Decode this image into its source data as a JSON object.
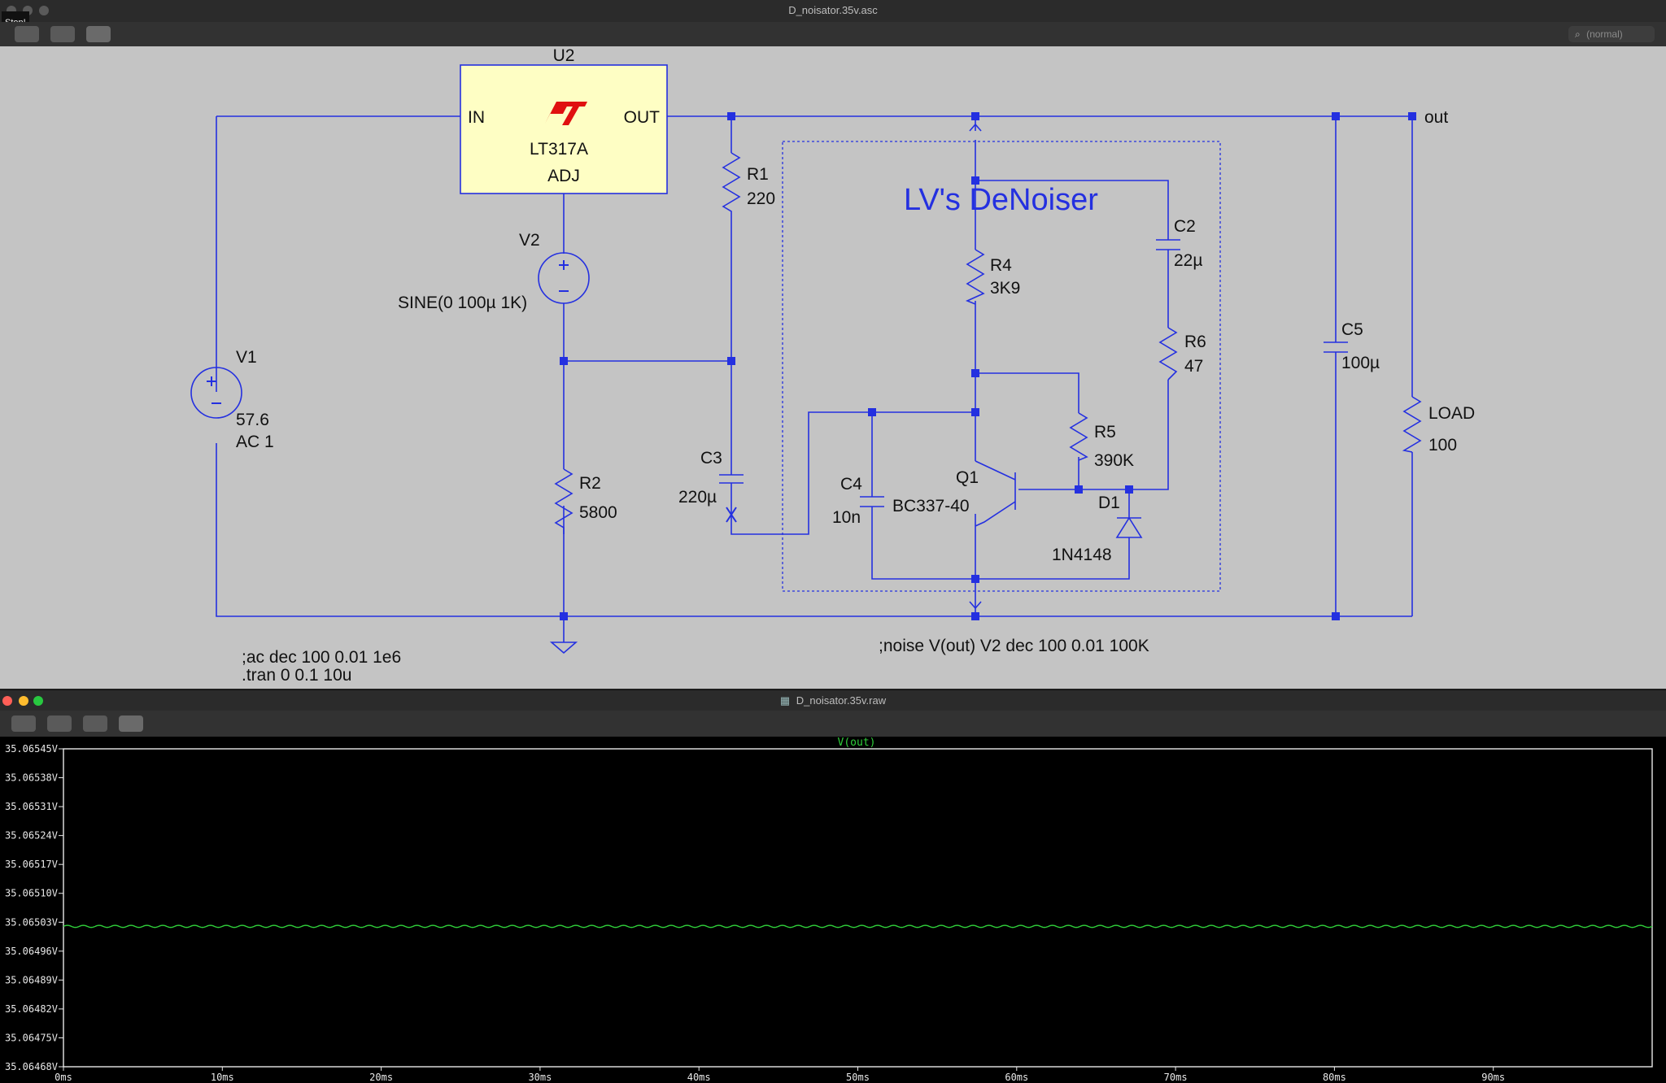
{
  "schematic_window": {
    "title": "D_noisator.35v.asc",
    "stop_label": "Stop!",
    "search_placeholder": "(normal)"
  },
  "schematic": {
    "block_title": "LV's DeNoiser",
    "regulator": {
      "ref": "U2",
      "part": "LT317A",
      "pin_in": "IN",
      "pin_out": "OUT",
      "pin_adj": "ADJ"
    },
    "net_label_out": "out",
    "components": {
      "V1": {
        "ref": "V1",
        "value": "57.6",
        "value2": "AC 1"
      },
      "V2": {
        "ref": "V2",
        "value": "SINE(0 100µ 1K)"
      },
      "R1": {
        "ref": "R1",
        "value": "220"
      },
      "R2": {
        "ref": "R2",
        "value": "5800"
      },
      "R4": {
        "ref": "R4",
        "value": "3K9"
      },
      "R5": {
        "ref": "R5",
        "value": "390K"
      },
      "R6": {
        "ref": "R6",
        "value": "47"
      },
      "C2": {
        "ref": "C2",
        "value": "22µ"
      },
      "C3": {
        "ref": "C3",
        "value": "220µ"
      },
      "C4": {
        "ref": "C4",
        "value": "10n"
      },
      "C5": {
        "ref": "C5",
        "value": "100µ"
      },
      "Q1": {
        "ref": "Q1",
        "value": "BC337-40"
      },
      "D1": {
        "ref": "D1",
        "value": "1N4148"
      },
      "LOAD": {
        "ref": "LOAD",
        "value": "100"
      }
    },
    "directives": {
      "ac": ";ac dec 100 0.01 1e6",
      "tran": ".tran 0 0.1 10u",
      "noise": ";noise V(out) V2 dec 100 0.01 100K"
    }
  },
  "waveform_window": {
    "title": "D_noisator.35v.raw"
  },
  "chart_data": {
    "type": "line",
    "title": "V(out)",
    "xlabel": "",
    "ylabel": "",
    "x_ticks": [
      "0ms",
      "10ms",
      "20ms",
      "30ms",
      "40ms",
      "50ms",
      "60ms",
      "70ms",
      "80ms",
      "90ms"
    ],
    "y_ticks": [
      "35.06545V",
      "35.06538V",
      "35.06531V",
      "35.06524V",
      "35.06517V",
      "35.06510V",
      "35.06503V",
      "35.06496V",
      "35.06489V",
      "35.06482V",
      "35.06475V",
      "35.06468V"
    ],
    "xlim": [
      0,
      100
    ],
    "ylim": [
      35.06468,
      35.06545
    ],
    "series": [
      {
        "name": "V(out)",
        "color": "#2fcf3a",
        "baseline": 35.06502,
        "ripple_amplitude": 2.5e-06,
        "ripple_frequency_hz": 1000
      }
    ],
    "background": "#000000"
  }
}
